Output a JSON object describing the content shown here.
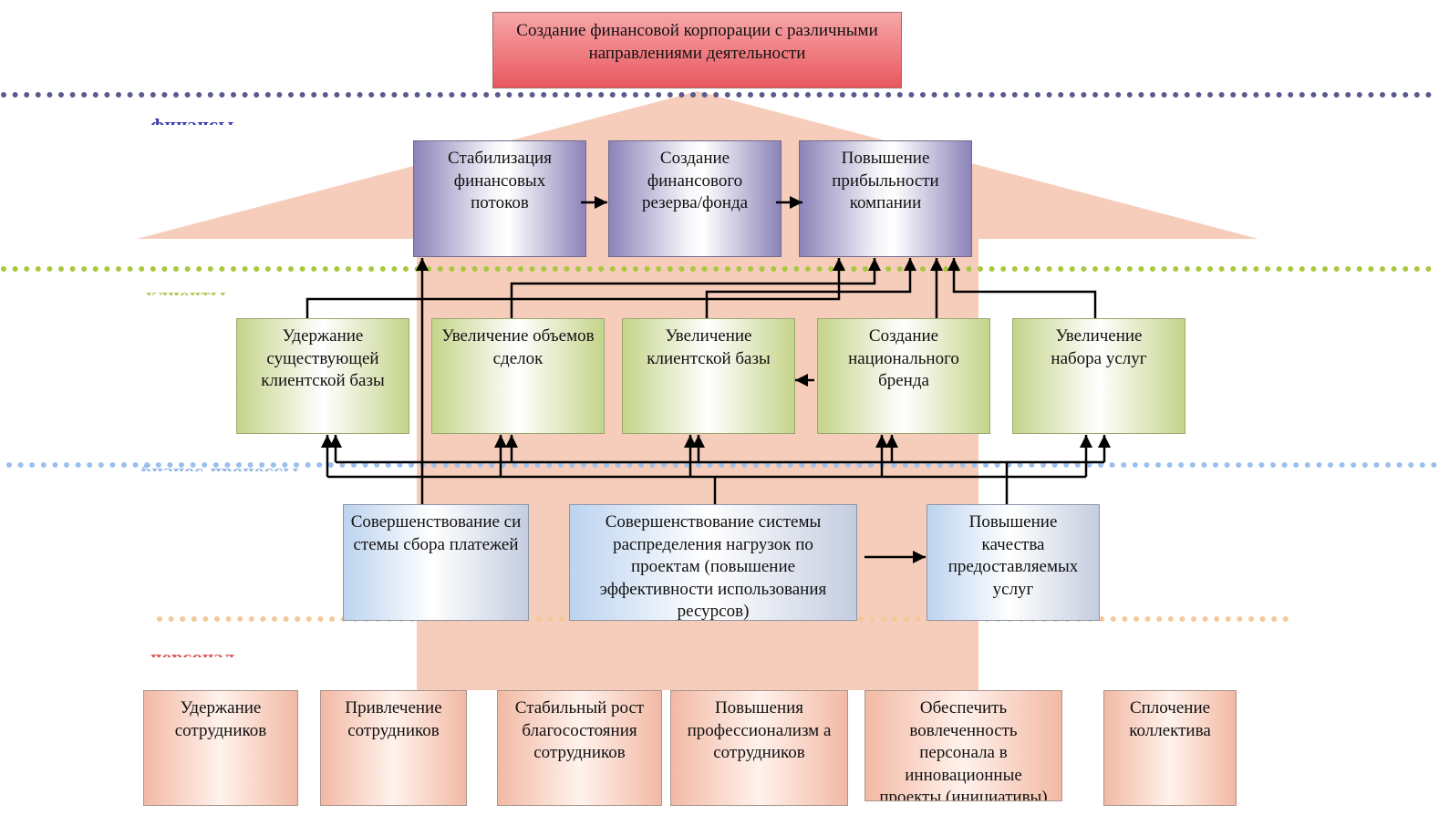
{
  "title": "Создание финансовой корпорации с различными направлениями деятельности",
  "colors": {
    "finance": "#4a4aa8",
    "clients": "#a6c43c",
    "processes": "#8fb4e6",
    "personnel": "#e06060",
    "background_shape": "#f6cdbb"
  },
  "layers": {
    "finance": {
      "label": "финансы",
      "items": [
        "Стабилизация финансовых потоков",
        "Создание финансового резерва/фонда",
        "Повышение прибыльности компании"
      ]
    },
    "clients": {
      "label": "клиенты",
      "items": [
        "Удержание существующей клиентской базы",
        "Увеличение объемов сделок",
        "Увеличение клиентской базы",
        "Создание национального бренда",
        "Увеличение набора услуг"
      ]
    },
    "processes": {
      "label": "бизнес-процессы",
      "items": [
        "Совершенствование системы сбора платежей",
        "Совершенствование системы распределения нагрузок по проектам (повышение эффективности использования ресурсов)",
        "Повышение качества предоставляемых услуг"
      ]
    },
    "personnel": {
      "label": "персонал",
      "items": [
        "Удержание сотрудников",
        "Привлечение сотрудников",
        "Стабильный рост благосостояния сотрудников",
        "Повышения профессионализм а сотрудников",
        "Обеспечить вовлеченность персонала в инновационные проекты (инициативы)",
        "Сплочение коллектива"
      ]
    }
  }
}
